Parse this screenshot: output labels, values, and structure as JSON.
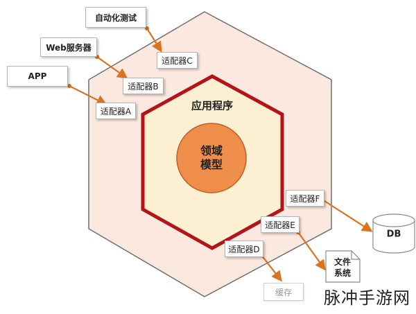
{
  "diagram": {
    "outer_label": "",
    "app_layer_label": "应用程序",
    "domain_label_line1": "领域",
    "domain_label_line2": "模型",
    "adapters": {
      "a": "适配器A",
      "b": "适配器B",
      "c": "适配器C",
      "d": "适配器D",
      "e": "适配器E",
      "f": "适配器F"
    },
    "external": {
      "app": "APP",
      "web": "Web服务器",
      "test": "自动化测试",
      "db": "DB",
      "fs_line1": "文件",
      "fs_line2": "系统",
      "cache": "缓存"
    },
    "watermark": "脉冲手游网",
    "colors": {
      "outer_fill": "#fbe9df",
      "outer_stroke": "#6e6e6e",
      "inner_fill": "#fdefd2",
      "inner_stroke": "#b2141a",
      "core_fill": "#ef8d4a",
      "core_stroke": "#bf5f28",
      "connector": "#d9731f"
    }
  }
}
